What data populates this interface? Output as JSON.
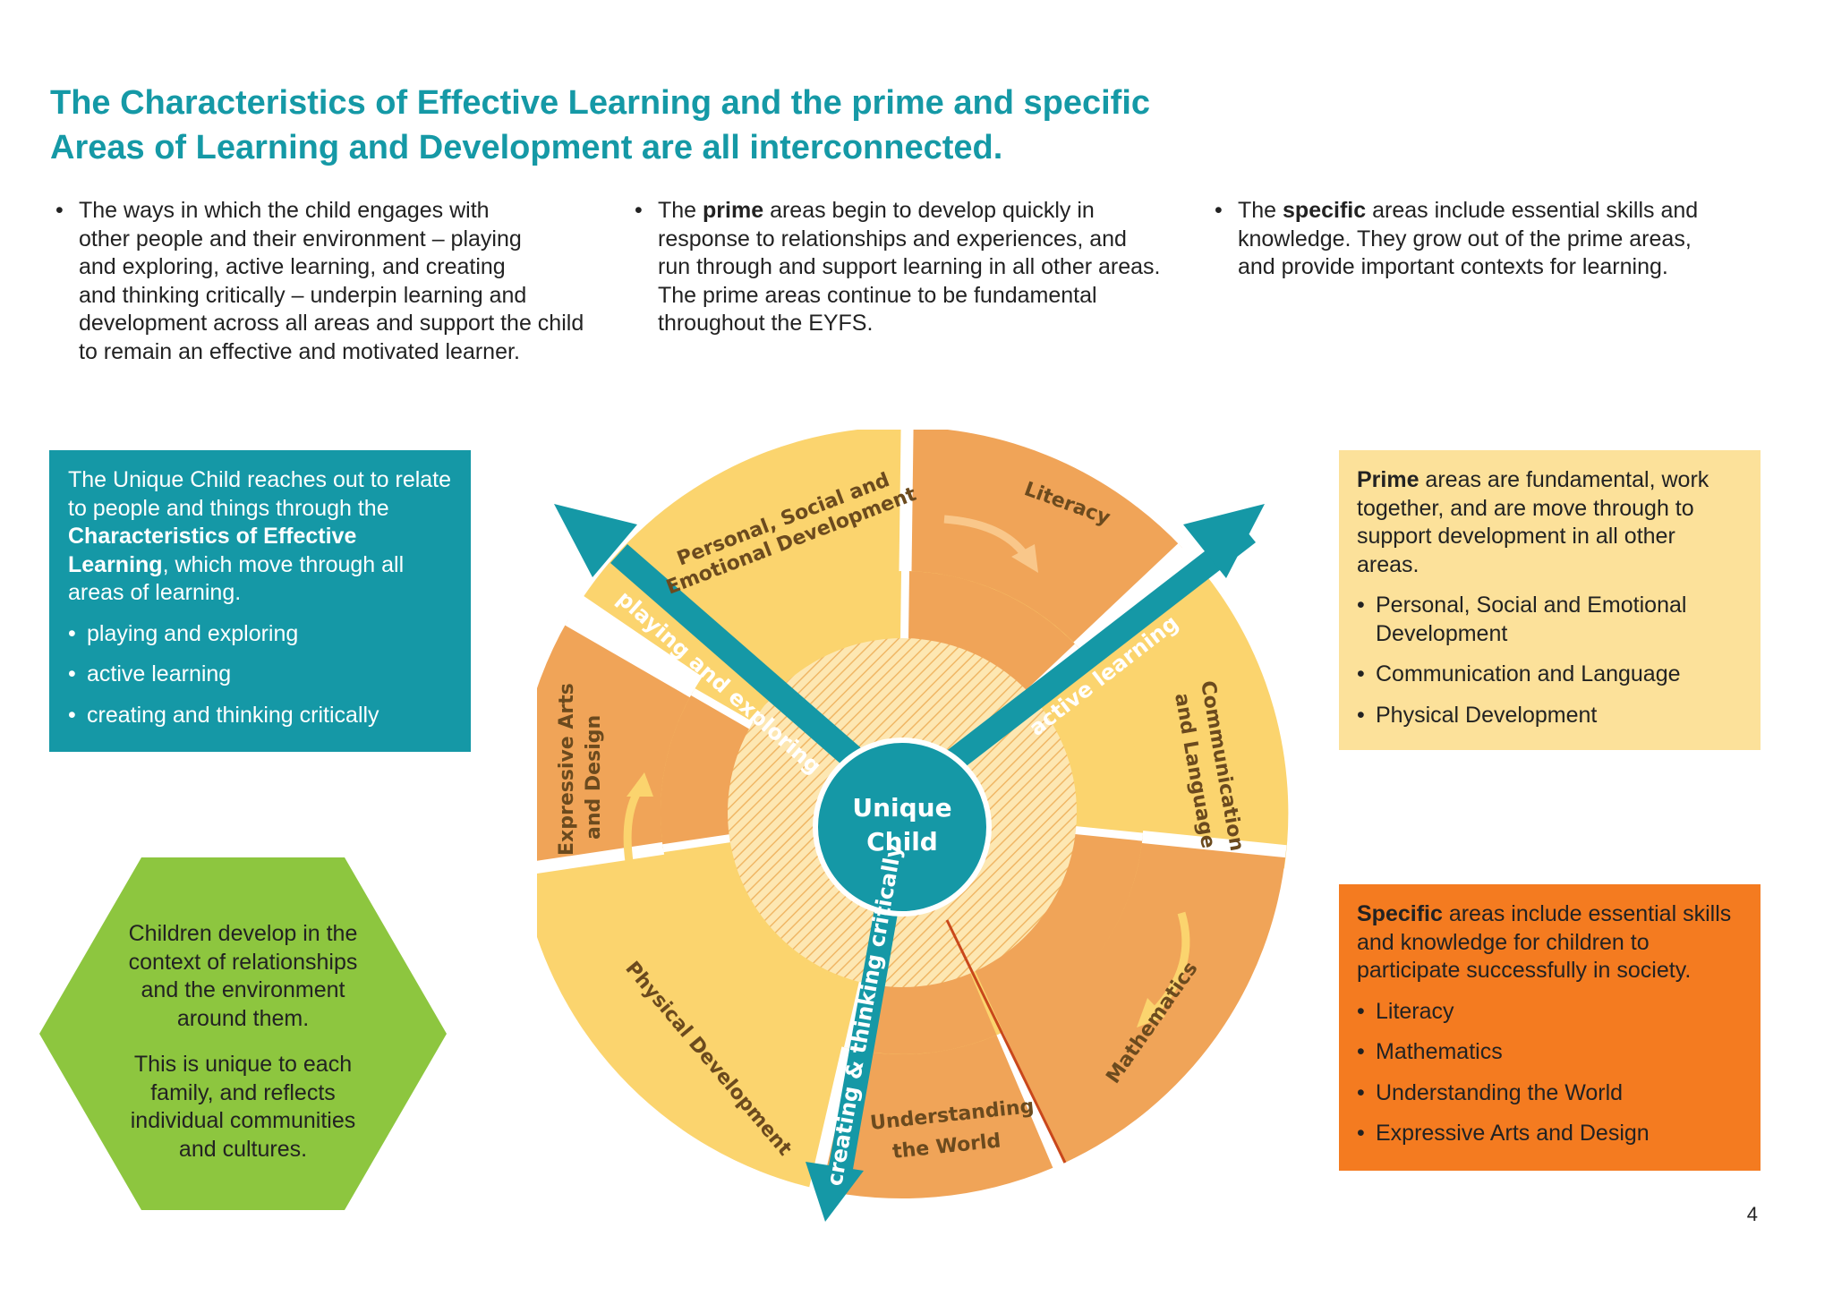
{
  "title_line1": "The Characteristics of Effective Learning and the prime and specific",
  "title_line2": "Areas of Learning and Development are all interconnected.",
  "columns": [
    {
      "lines": [
        "The ways in which the child engages with",
        "other people and their environment – playing",
        "and exploring, active learning, and creating",
        "and thinking critically – underpin learning and",
        "development across all areas and support the child",
        "to remain an effective and motivated learner."
      ]
    },
    {
      "pre": "The ",
      "bold": "prime",
      "line1_rest": " areas begin to develop quickly in",
      "lines": [
        "response to relationships and experiences, and",
        "run through and support learning in all other areas.",
        "The prime areas continue to be fundamental",
        "throughout the EYFS."
      ]
    },
    {
      "pre": "The ",
      "bold": "specific",
      "line1_rest": " areas include essential skills and",
      "lines": [
        "knowledge. They grow out of the prime areas,",
        "and provide important contexts for learning."
      ]
    }
  ],
  "teal_box": {
    "intro_a": "The Unique Child reaches out to relate to people and things through the ",
    "intro_bold": "Characteristics of Effective Learning",
    "intro_b": ", which move through all areas of learning.",
    "items": [
      "playing and exploring",
      "active learning",
      "creating and thinking critically"
    ]
  },
  "hexagon": {
    "p1": "Children develop in the context of relationships and the environment around them.",
    "p2": "This is unique to each family, and reflects individual communities and cultures."
  },
  "prime_box": {
    "bold": "Prime",
    "intro": " areas are fundamental, work together, and are move through to support development in all other areas.",
    "items": [
      "Personal, Social and Emotional Development",
      "Communication and Language",
      "Physical Development"
    ]
  },
  "specific_box": {
    "bold": "Specific",
    "intro": " areas include essential skills and knowledge for children to participate successfully in society.",
    "items": [
      "Literacy",
      "Mathematics",
      "Understanding the World",
      "Expressive Arts and Design"
    ]
  },
  "wheel": {
    "center_line1": "Unique",
    "center_line2": "Child",
    "arrow_playing": "playing and exploring",
    "arrow_active": "active learning",
    "arrow_creating": "creating & thinking critically",
    "psed_line1": "Personal, Social and",
    "psed_line2": "Emotional Development",
    "literacy": "Literacy",
    "comm_line1": "Communication",
    "comm_line2": "and Language",
    "maths": "Mathematics",
    "utw_line1": "Understanding",
    "utw_line2": "the World",
    "physical": "Physical Development",
    "ead_line1": "Expressive Arts",
    "ead_line2": "and Design"
  },
  "colors": {
    "teal": "#1598a6",
    "light_yellow": "#fce19a",
    "orange": "#f47b20",
    "green": "#8dc63f",
    "prime_segment": "#fbd46e",
    "specific_segment": "#f0a458"
  },
  "page_number": "4"
}
